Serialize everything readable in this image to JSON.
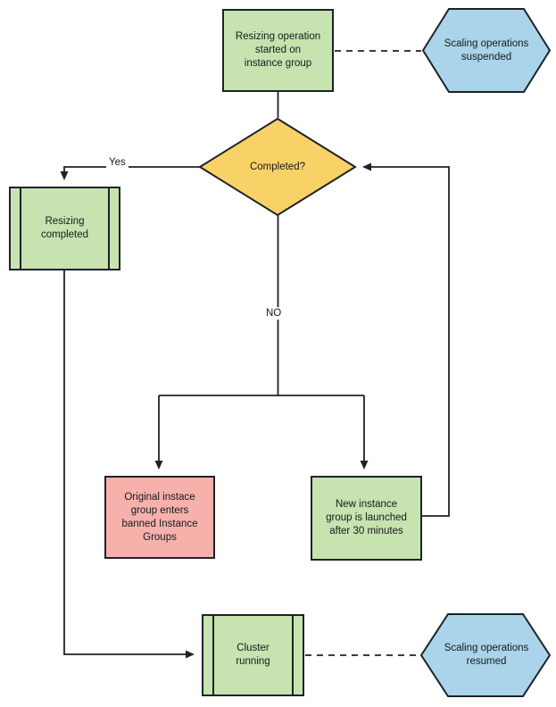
{
  "colors": {
    "process_green": "#c6e3b0",
    "decision_yellow": "#f8d267",
    "alert_pink": "#f6b1ab",
    "terminator_blue": "#a9d4e9",
    "stroke": "#1d2228"
  },
  "nodes": {
    "start": {
      "label": "Resizing operation\nstarted on\ninstance group",
      "shape": "rectangle"
    },
    "suspended": {
      "label": "Scaling operations\nsuspended",
      "shape": "hexagon"
    },
    "decision": {
      "label": "Completed?",
      "shape": "diamond"
    },
    "resizing_completed": {
      "label": "Resizing\ncompleted",
      "shape": "predefined-process"
    },
    "banned": {
      "label": "Original instace\ngroup enters\nbanned Instance\nGroups",
      "shape": "rectangle"
    },
    "new_group": {
      "label": "New instance\ngroup is launched\nafter 30 minutes",
      "shape": "rectangle"
    },
    "cluster": {
      "label": "Cluster\nrunning",
      "shape": "predefined-process"
    },
    "resumed": {
      "label": "Scaling operations\nresumed",
      "shape": "hexagon"
    }
  },
  "edge_labels": {
    "yes": "Yes",
    "no": "NO"
  },
  "edges": [
    {
      "from": "start",
      "to": "decision",
      "style": "solid"
    },
    {
      "from": "start",
      "to": "suspended",
      "style": "dashed"
    },
    {
      "from": "decision",
      "to": "resizing_completed",
      "style": "solid",
      "label": "Yes"
    },
    {
      "from": "decision",
      "to": "no-branch",
      "style": "solid",
      "label": "NO"
    },
    {
      "from": "no-branch",
      "to": "banned",
      "style": "solid"
    },
    {
      "from": "no-branch",
      "to": "new_group",
      "style": "solid"
    },
    {
      "from": "new_group",
      "to": "decision",
      "style": "solid"
    },
    {
      "from": "resizing_completed",
      "to": "cluster",
      "style": "solid"
    },
    {
      "from": "cluster",
      "to": "resumed",
      "style": "dashed"
    }
  ]
}
